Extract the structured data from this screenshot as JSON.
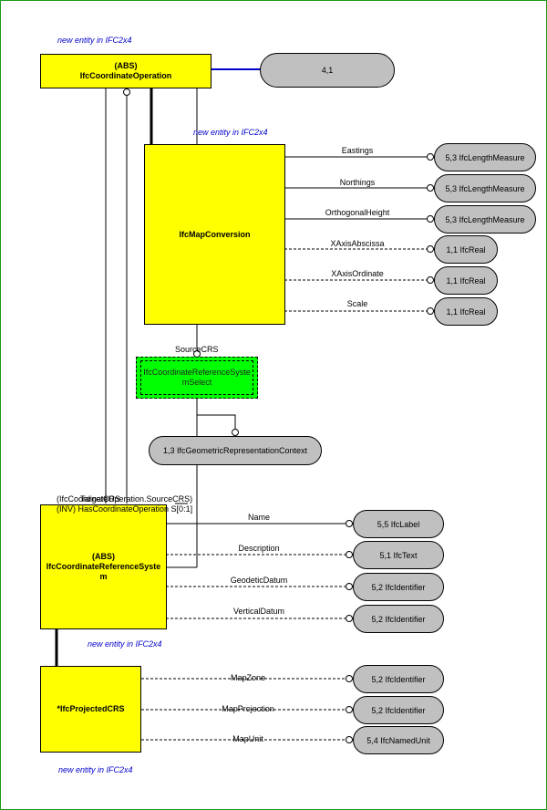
{
  "notes": {
    "top": "new entity in IFC2x4",
    "map_conversion": "new entity in IFC2x4",
    "projected_crs_top": "new entity in IFC2x4",
    "bottom": "new entity in IFC2x4"
  },
  "entities": {
    "coordinate_operation": {
      "abs": "(ABS)",
      "name": "IfcCoordinateOperation"
    },
    "map_conversion": {
      "name": "IfcMapConversion"
    },
    "crs_select": {
      "line1": "IfcCoordinateReferenceSyste",
      "line2": "mSelect"
    },
    "crs": {
      "abs": "(ABS)",
      "line1": "IfcCoordinateReferenceSyste",
      "line2": "m"
    },
    "projected_crs": {
      "name": "*IfcProjectedCRS"
    }
  },
  "pills": {
    "page_ref": "4,1",
    "eastings": "5,3 IfcLengthMeasure",
    "northings": "5,3 IfcLengthMeasure",
    "orthogonal_height": "5,3 IfcLengthMeasure",
    "xaxis_abscissa": "1,1 IfcReal",
    "xaxis_ordinate": "1,1 IfcReal",
    "scale": "1,1 IfcReal",
    "geometric_context": "1,3 IfcGeometricRepresentationContext",
    "name": "5,5 IfcLabel",
    "description": "5,1 IfcText",
    "geodetic_datum": "5,2 IfcIdentifier",
    "vertical_datum": "5,2 IfcIdentifier",
    "map_zone": "5,2 IfcIdentifier",
    "map_projection": "5,2 IfcIdentifier",
    "map_unit": "5,4 IfcNamedUnit"
  },
  "attributes": {
    "eastings": "Eastings",
    "northings": "Northings",
    "orthogonal_height": "OrthogonalHeight",
    "xaxis_abscissa": "XAxisAbscissa",
    "xaxis_ordinate": "XAxisOrdinate",
    "scale": "Scale",
    "source_crs": "SourceCRS",
    "name": "Name",
    "description": "Description",
    "geodetic_datum": "GeodeticDatum",
    "vertical_datum": "VerticalDatum",
    "map_zone": "MapZone",
    "map_projection": "MapProjection",
    "map_unit": "MapUnit"
  },
  "inverse": {
    "line1": "(IfcCoordinateOperation.SourceCRS)",
    "line2": "(INV) HasCoordinateOperation S[0:1]",
    "target_crs": "TargetCRS"
  },
  "colors": {
    "entity": "#ffff00",
    "select": "#00ff00",
    "pill": "#c0c0c0",
    "note": "#0000cc",
    "frame": "#1a9a1a"
  }
}
